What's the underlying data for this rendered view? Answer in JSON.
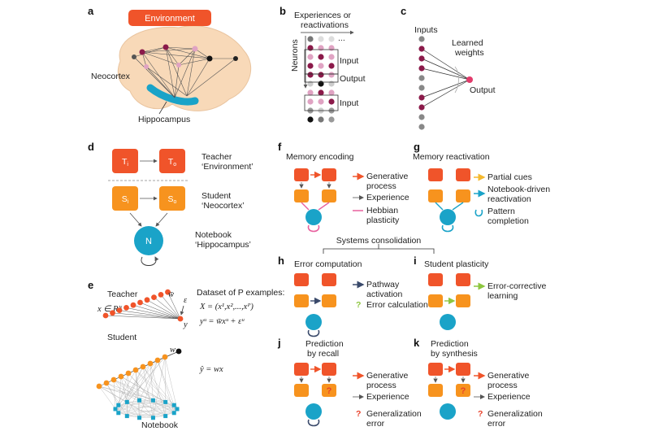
{
  "panels": [
    "a",
    "b",
    "c",
    "d",
    "e",
    "f",
    "g",
    "h",
    "i",
    "j",
    "k"
  ],
  "a": {
    "environment": "Environment",
    "neocortex": "Neocortex",
    "hippocampus": "Hippocampus"
  },
  "b": {
    "axis_top": "Experiences or",
    "axis_top2": "reactivations",
    "axis_left": "Neurons",
    "ellipsis": "...",
    "input1": "Input",
    "output": "Output",
    "input2": "Input"
  },
  "c": {
    "inputs": "Inputs",
    "weights1": "Learned",
    "weights2": "weights",
    "output": "Output"
  },
  "d": {
    "teacher": "Teacher",
    "teacher_sub": "‘Environment’",
    "student": "Student",
    "student_sub": "‘Neocortex’",
    "notebook": "Notebook",
    "notebook_sub": "‘Hippocampus’",
    "n": "N"
  },
  "e": {
    "teacher": "Teacher",
    "student": "Student",
    "notebook": "Notebook",
    "dataset": "Dataset of P examples:",
    "eq1": "X = (x¹,x²,...,xᴾ)",
    "eq2": "yᵘ = w̄xᵘ + εᵘ",
    "eq3": "ŷ = wx",
    "xin": "x ∈ Rᴺ",
    "wbar": "w̄",
    "eps": "ε",
    "y": "y",
    "w": "w"
  },
  "f": {
    "title": "Memory encoding",
    "l1": "Generative",
    "l1b": "process",
    "l2": "Experience",
    "l3": "Hebbian",
    "l3b": "plasticity"
  },
  "g": {
    "title": "Memory reactivation",
    "l1": "Partial cues",
    "l2": "Notebook-driven",
    "l2b": "reactivation",
    "l3": "Pattern",
    "l3b": "completion"
  },
  "sys": {
    "label": "Systems consolidation"
  },
  "h": {
    "title": "Error computation",
    "l1": "Pathway",
    "l1b": "activation",
    "l2": "Error calculation",
    "q": "?"
  },
  "i": {
    "title": "Student plasticity",
    "l1": "Error-corrective",
    "l1b": "learning"
  },
  "j": {
    "title": "Prediction",
    "title2": "by recall",
    "l1": "Generative",
    "l1b": "process",
    "l2": "Experience",
    "l3": "Generalization",
    "l3b": "error",
    "q": "?"
  },
  "k": {
    "title": "Prediction",
    "title2": "by synthesis",
    "l1": "Generative",
    "l1b": "process",
    "l2": "Experience",
    "l3": "Generalization",
    "l3b": "error",
    "q": "?"
  },
  "colors": {
    "teacher": "#f0542a",
    "student": "#f7931e",
    "notebook": "#1aa3c8",
    "pink": "#e8609e",
    "maroon": "#8b1a4a",
    "green": "#8dc63f",
    "yellow": "#f5b92e",
    "brain": "#f8d9b8"
  }
}
